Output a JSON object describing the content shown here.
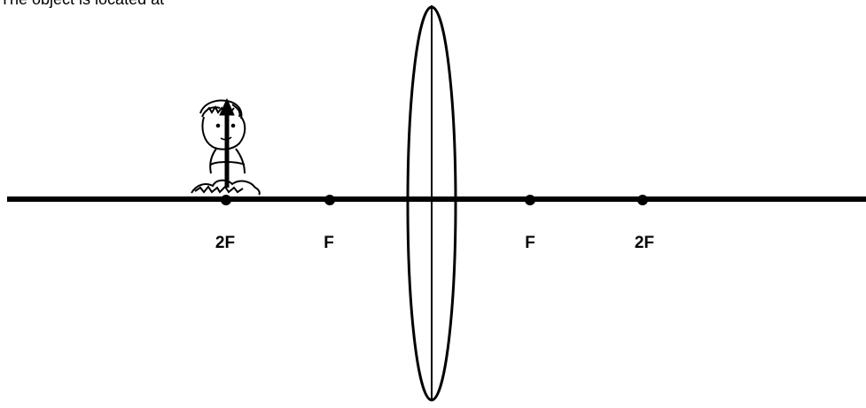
{
  "caption": "The object is located at",
  "points": [
    {
      "id": "2f-left",
      "label": "2F"
    },
    {
      "id": "f-left",
      "label": "F"
    },
    {
      "id": "f-right",
      "label": "F"
    },
    {
      "id": "2f-right",
      "label": "2F"
    }
  ],
  "lens": {
    "type": "converging"
  },
  "object": {
    "icon": "person-figure-icon",
    "location": "2F"
  },
  "colors": {
    "ink": "#000000",
    "background": "#ffffff"
  }
}
